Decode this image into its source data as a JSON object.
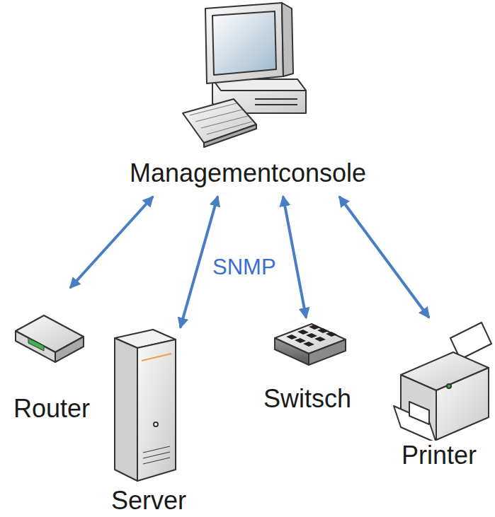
{
  "diagram": {
    "nodes": [
      {
        "text": [
          "Managementconsole"
        ]
      },
      {
        "text": [
          "Router"
        ]
      },
      {
        "text": [
          "Server"
        ]
      },
      {
        "text": [
          "Switsch"
        ]
      },
      {
        "text": [
          "Printer"
        ]
      }
    ],
    "edges": [
      {
        "from": 0,
        "to": 1,
        "arrow": "both"
      },
      {
        "from": 0,
        "to": 2,
        "arrow": "both"
      },
      {
        "from": 0,
        "to": 3,
        "arrow": "both"
      },
      {
        "from": 0,
        "to": 4,
        "arrow": "both"
      }
    ],
    "labels": [
      "SNMP"
    ]
  }
}
